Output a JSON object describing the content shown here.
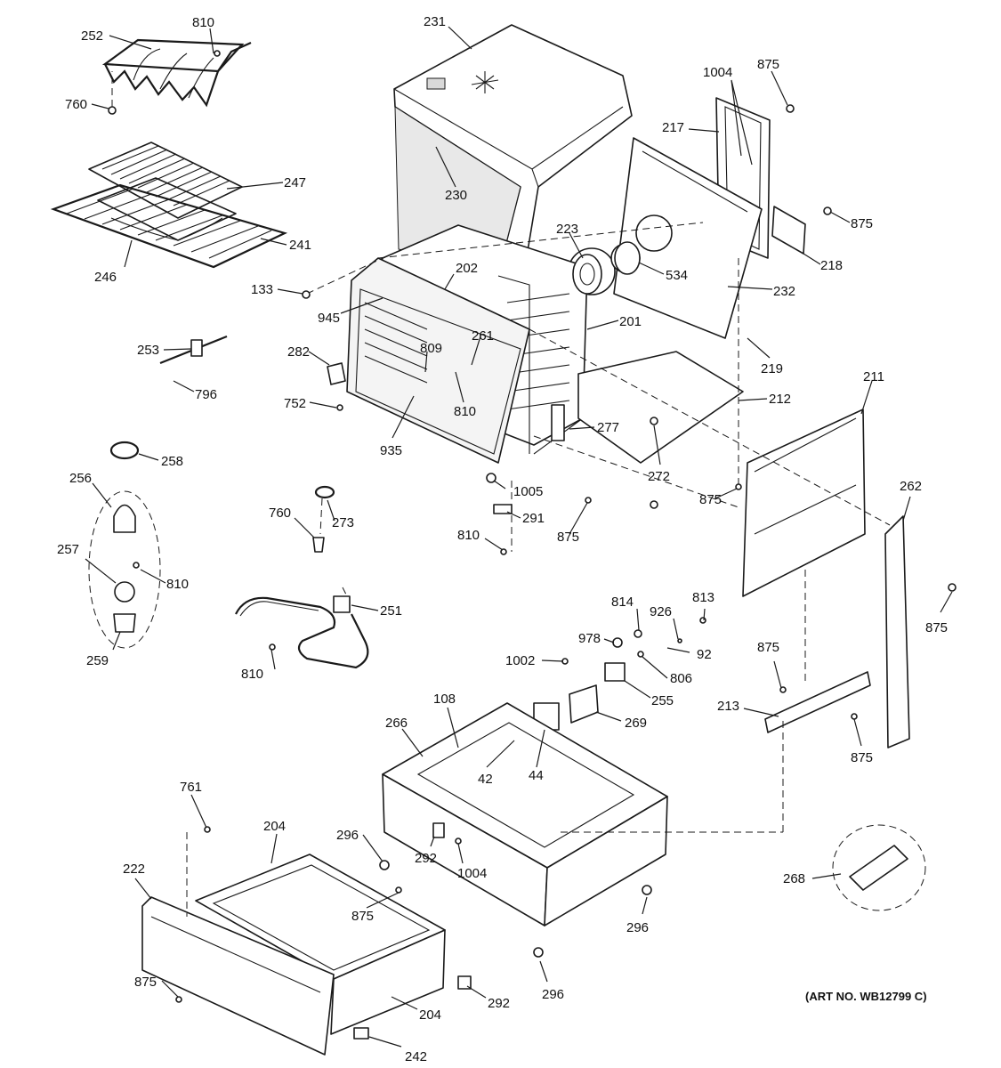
{
  "callouts": [
    {
      "id": "c252",
      "text": "252"
    },
    {
      "id": "c810a",
      "text": "810"
    },
    {
      "id": "c760a",
      "text": "760"
    },
    {
      "id": "c231",
      "text": "231"
    },
    {
      "id": "c1004a",
      "text": "1004"
    },
    {
      "id": "c875a",
      "text": "875"
    },
    {
      "id": "c217",
      "text": "217"
    },
    {
      "id": "c247",
      "text": "247"
    },
    {
      "id": "c230",
      "text": "230"
    },
    {
      "id": "c875b",
      "text": "875"
    },
    {
      "id": "c241",
      "text": "241"
    },
    {
      "id": "c223",
      "text": "223"
    },
    {
      "id": "c218",
      "text": "218"
    },
    {
      "id": "c246",
      "text": "246"
    },
    {
      "id": "c534",
      "text": "534"
    },
    {
      "id": "c202",
      "text": "202"
    },
    {
      "id": "c133",
      "text": "133"
    },
    {
      "id": "c232",
      "text": "232"
    },
    {
      "id": "c945",
      "text": "945"
    },
    {
      "id": "c201",
      "text": "201"
    },
    {
      "id": "c253",
      "text": "253"
    },
    {
      "id": "c261",
      "text": "261"
    },
    {
      "id": "c282",
      "text": "282"
    },
    {
      "id": "c809",
      "text": "809"
    },
    {
      "id": "c219",
      "text": "219"
    },
    {
      "id": "c796",
      "text": "796"
    },
    {
      "id": "c211",
      "text": "211"
    },
    {
      "id": "c212",
      "text": "212"
    },
    {
      "id": "c752",
      "text": "752"
    },
    {
      "id": "c810b",
      "text": "810"
    },
    {
      "id": "c277",
      "text": "277"
    },
    {
      "id": "c935",
      "text": "935"
    },
    {
      "id": "c258",
      "text": "258"
    },
    {
      "id": "c272",
      "text": "272"
    },
    {
      "id": "c256",
      "text": "256"
    },
    {
      "id": "c1005",
      "text": "1005"
    },
    {
      "id": "c262",
      "text": "262"
    },
    {
      "id": "c875c",
      "text": "875"
    },
    {
      "id": "c760b",
      "text": "760"
    },
    {
      "id": "c273",
      "text": "273"
    },
    {
      "id": "c291",
      "text": "291"
    },
    {
      "id": "c875d",
      "text": "875"
    },
    {
      "id": "c810c",
      "text": "810"
    },
    {
      "id": "c257",
      "text": "257"
    },
    {
      "id": "c810d",
      "text": "810"
    },
    {
      "id": "c875e",
      "text": "875"
    },
    {
      "id": "c251",
      "text": "251"
    },
    {
      "id": "c814",
      "text": "814"
    },
    {
      "id": "c926",
      "text": "926"
    },
    {
      "id": "c813",
      "text": "813"
    },
    {
      "id": "c978",
      "text": "978"
    },
    {
      "id": "c259",
      "text": "259"
    },
    {
      "id": "c1002",
      "text": "1002"
    },
    {
      "id": "c92",
      "text": "92"
    },
    {
      "id": "c810e",
      "text": "810"
    },
    {
      "id": "c806",
      "text": "806"
    },
    {
      "id": "c875f",
      "text": "875"
    },
    {
      "id": "c255",
      "text": "255"
    },
    {
      "id": "c108",
      "text": "108"
    },
    {
      "id": "c213",
      "text": "213"
    },
    {
      "id": "c266",
      "text": "266"
    },
    {
      "id": "c269",
      "text": "269"
    },
    {
      "id": "c875g",
      "text": "875"
    },
    {
      "id": "c42",
      "text": "42"
    },
    {
      "id": "c44",
      "text": "44"
    },
    {
      "id": "c761",
      "text": "761"
    },
    {
      "id": "c204a",
      "text": "204"
    },
    {
      "id": "c296a",
      "text": "296"
    },
    {
      "id": "c292a",
      "text": "292"
    },
    {
      "id": "c1004b",
      "text": "1004"
    },
    {
      "id": "c222",
      "text": "222"
    },
    {
      "id": "c268",
      "text": "268"
    },
    {
      "id": "c875h",
      "text": "875"
    },
    {
      "id": "c296b",
      "text": "296"
    },
    {
      "id": "c875i",
      "text": "875"
    },
    {
      "id": "c296c",
      "text": "296"
    },
    {
      "id": "c292b",
      "text": "292"
    },
    {
      "id": "c204b",
      "text": "204"
    },
    {
      "id": "c242",
      "text": "242"
    }
  ],
  "art_number": "(ART NO. WB12799 C)"
}
